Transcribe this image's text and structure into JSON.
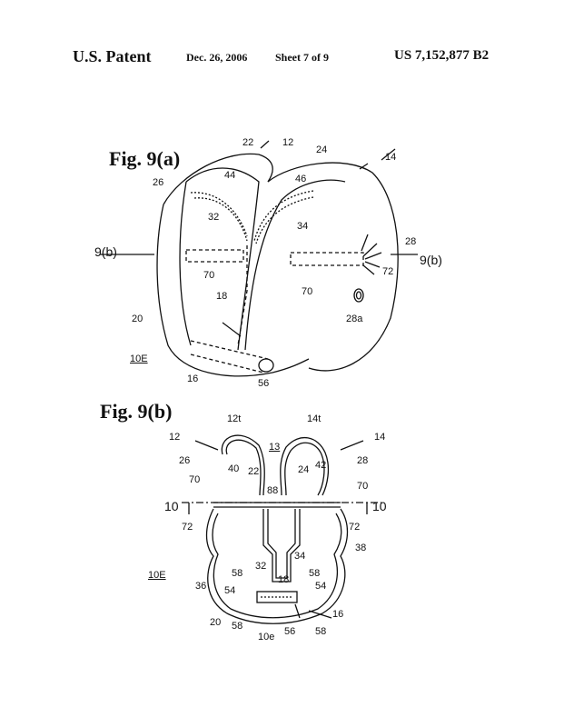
{
  "header": {
    "office": "U.S. Patent",
    "date": "Dec. 26, 2006",
    "sheet": "Sheet 7 of 9",
    "number": "US 7,152,877 B2"
  },
  "figures": [
    {
      "title": "Fig. 9(a)",
      "labels": [
        "12",
        "14",
        "22",
        "24",
        "26",
        "44",
        "46",
        "32",
        "34",
        "28",
        "9(b)",
        "9(b)",
        "70",
        "70",
        "72",
        "18",
        "20",
        "28a",
        "10E",
        "16",
        "56"
      ]
    },
    {
      "title": "Fig. 9(b)",
      "labels": [
        "12t",
        "14t",
        "12",
        "14",
        "13",
        "26",
        "28",
        "40",
        "42",
        "22",
        "24",
        "70",
        "70",
        "88",
        "10",
        "10",
        "72",
        "72",
        "38",
        "34",
        "32",
        "18",
        "10E",
        "36",
        "58",
        "58",
        "54",
        "54",
        "16",
        "20",
        "58",
        "58",
        "10e",
        "56"
      ]
    }
  ]
}
